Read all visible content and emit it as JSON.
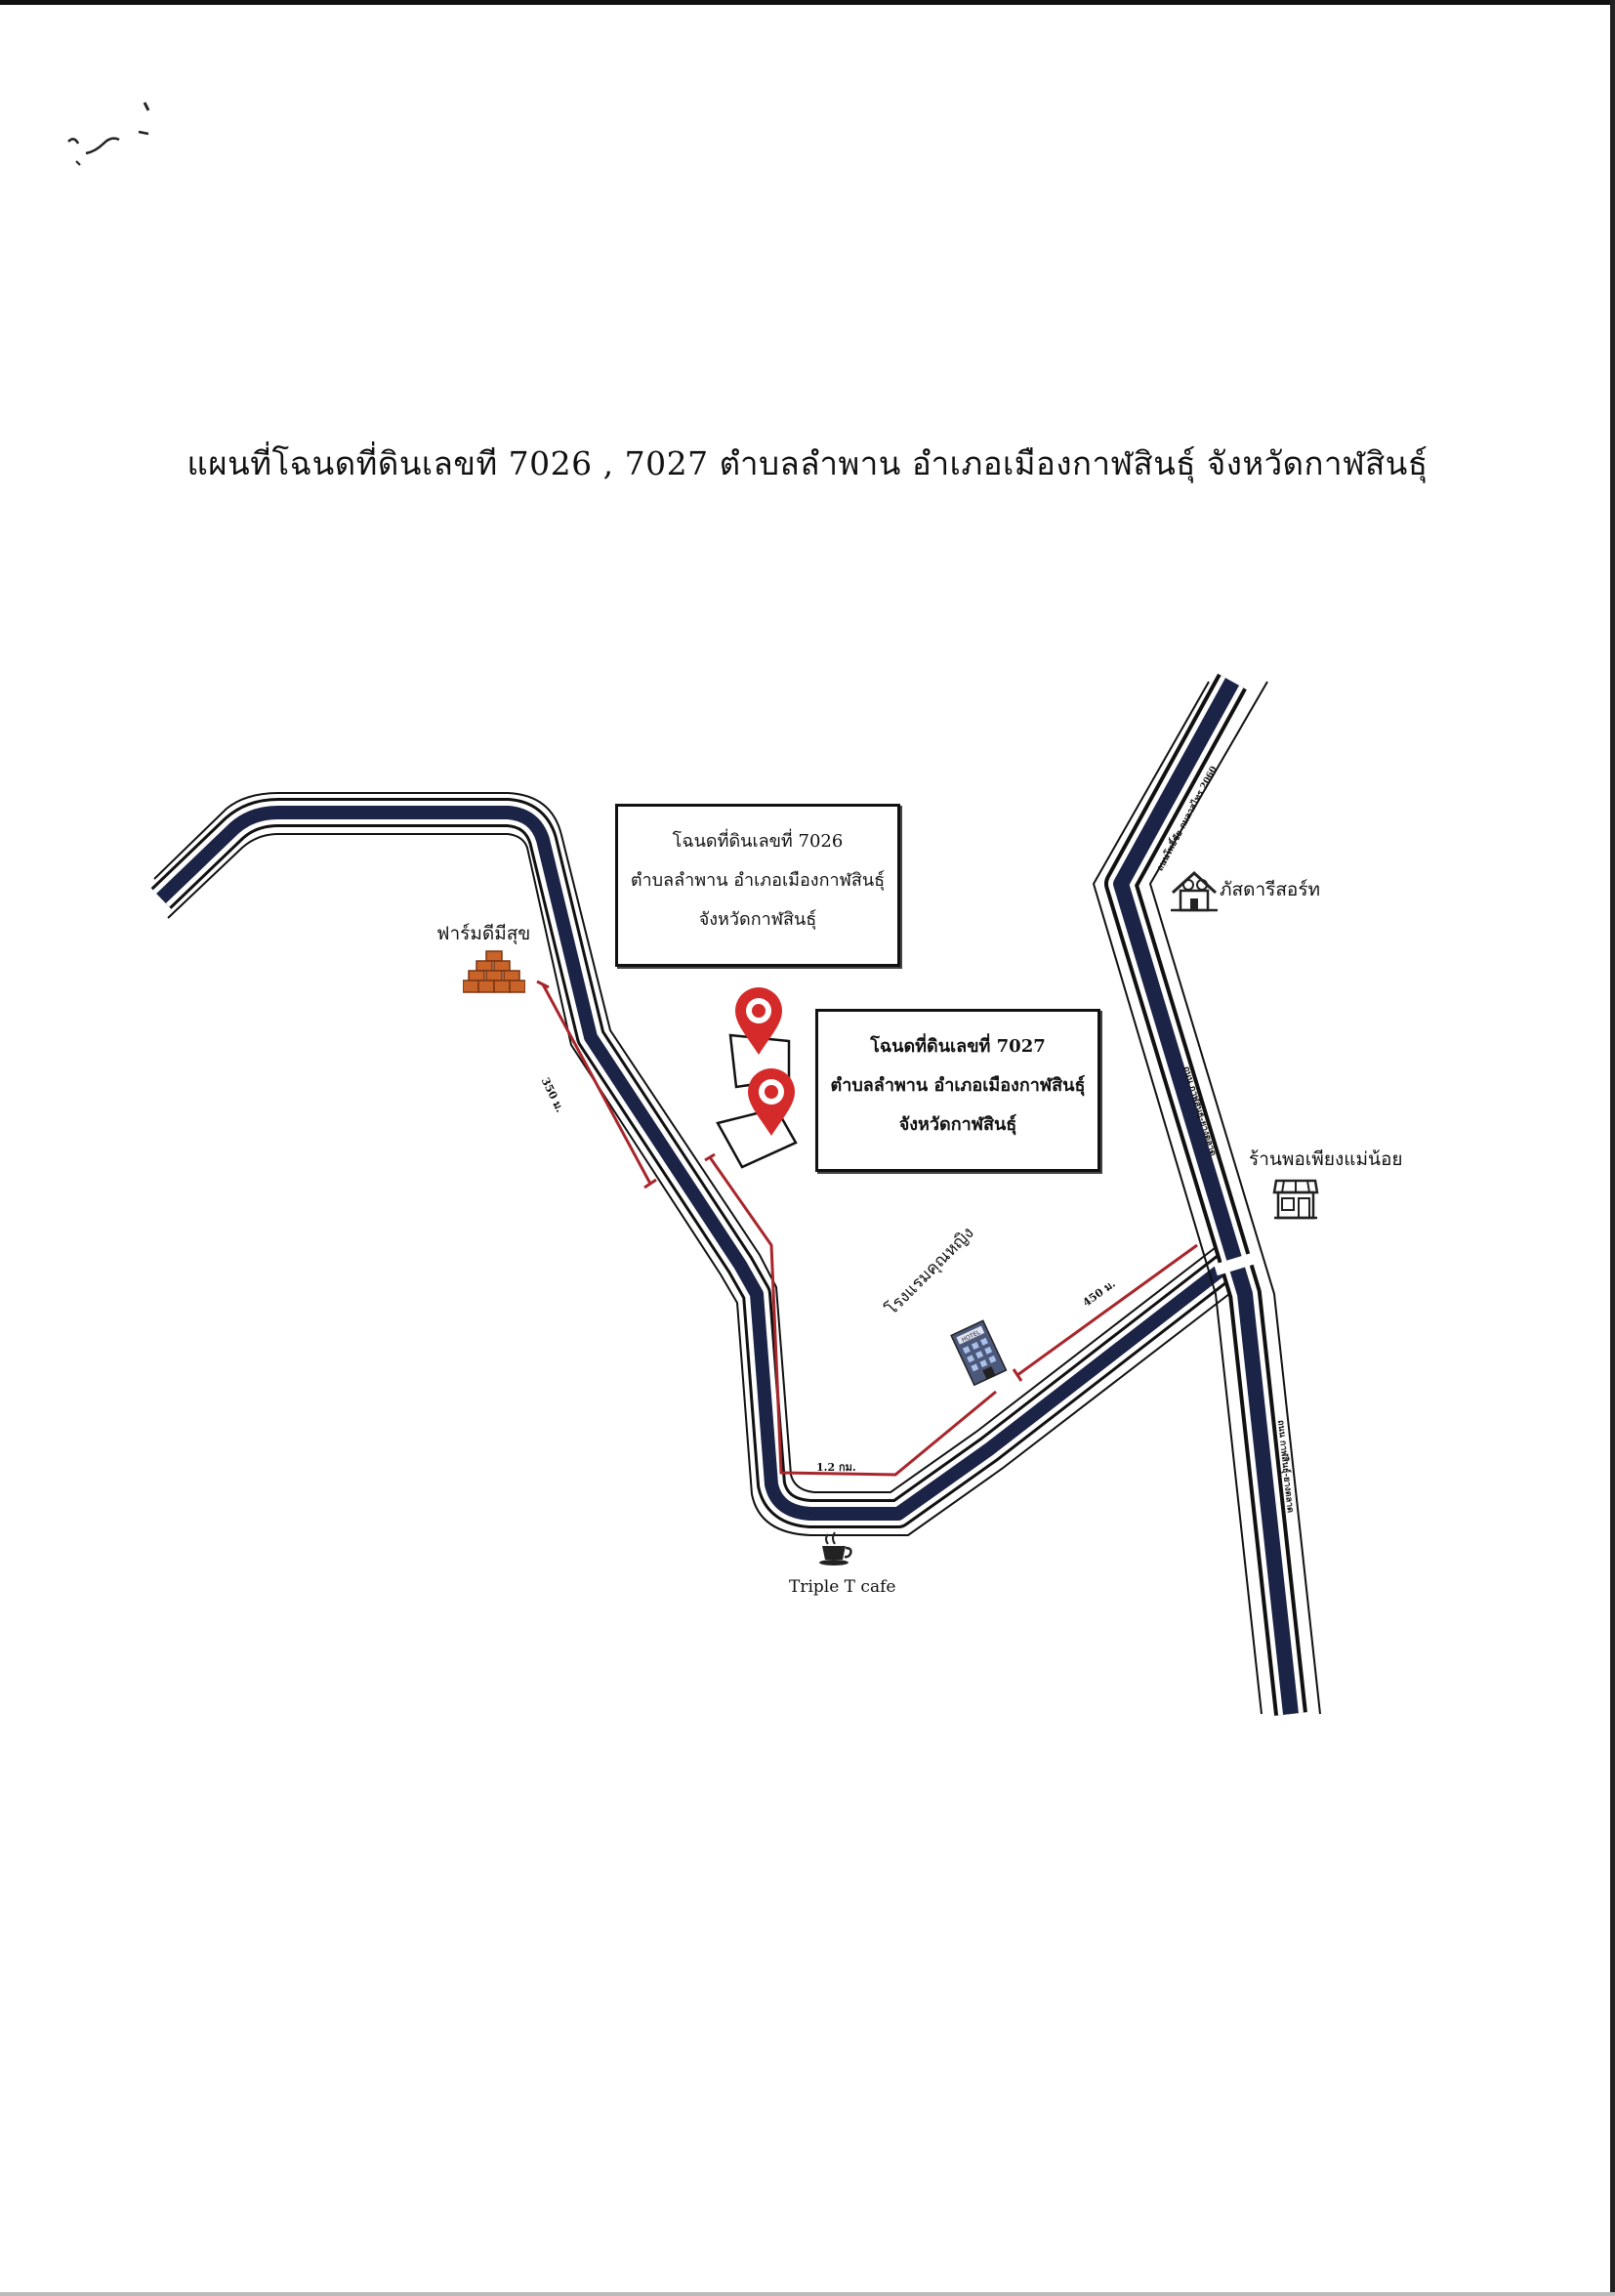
{
  "title": "แผนที่โฉนดที่ดินเลขที 7026 , 7027 ตำบลลำพาน อำเภอเมืองกาฬสินธุ์ จังหวัดกาฬสินธุ์",
  "plots": [
    {
      "lines": [
        "โฉนดที่ดินเลขที่ 7026",
        "ตำบลลำพาน อำเภอเมืองกาฬสินธุ์",
        "จังหวัดกาฬสินธุ์"
      ]
    },
    {
      "lines": [
        "โฉนดที่ดินเลขที่ 7027",
        "ตำบลลำพาน อำเภอเมืองกาฬสินธุ์",
        "จังหวัดกาฬสินธุ์"
      ]
    }
  ],
  "places": {
    "farm": "ฟาร์มดีมีสุข",
    "resort": "ภัสดารีสอร์ท",
    "shop": "ร้านพอเพียงแม่น้อย",
    "hotel": "โรงแรมคุณหญิง",
    "cafe": "Triple T cafe"
  },
  "icons": {
    "farm": "brick-pile-icon",
    "resort": "resort-icon",
    "shop": "store-icon",
    "hotel": "hotel-icon",
    "cafe": "coffee-cup-icon",
    "pin": "map-pin-icon"
  },
  "distances": {
    "d350": "350 ม.",
    "d1200": "1.2 กม.",
    "d450": "450 ม."
  },
  "road_labels": {
    "north": "ถนนโพธิ์ชัย-กมลาสไทร 2060",
    "east_mid": "ถนน กาฬสินธุ์-ยางตลาด",
    "east_south": "ถนน กาฬสินธุ์-ยางตลาด"
  },
  "colors": {
    "road": "#1b2346",
    "road_outline": "#111111",
    "pin": "#d42a2a",
    "distance_line": "#a8262b",
    "brick": "#c8642a"
  }
}
